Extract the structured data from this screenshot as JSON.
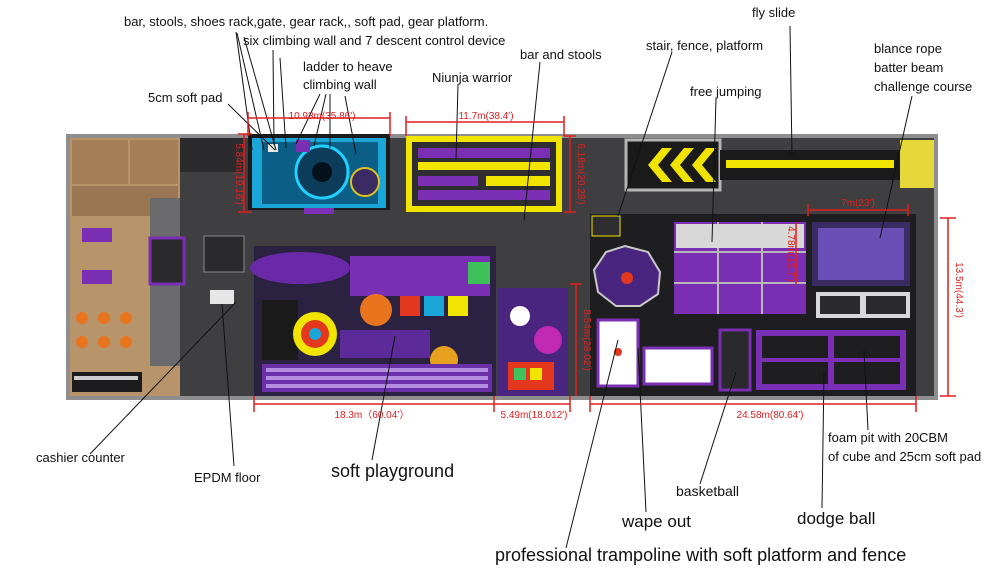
{
  "labels": {
    "bar_stools_gear": "bar, stools, shoes rack,gate, gear rack,, soft pad, gear platform.",
    "six_climbing_wall": "six climbing wall and 7 descent control device",
    "ladder_to_heave": "ladder to heave",
    "climbing_wall": "climbing wall",
    "soft_pad_5cm": "5cm soft pad",
    "ninja_warrior": "Niunja warrior",
    "bar_and_stools": "bar and stools",
    "stair_fence_platform": "stair, fence, platform",
    "fly_slide": "fly slide",
    "free_jumping": "free jumping",
    "blance_rope": "blance rope",
    "batter_beam": "batter beam",
    "challenge_course": "challenge course",
    "cashier_counter": "cashier counter",
    "epdm_floor": "EPDM floor",
    "soft_playground": "soft playground",
    "basketball": "basketball",
    "foam_pit_1": "foam pit with 20CBM",
    "foam_pit_2": "of cube and 25cm soft pad",
    "wape_out": "wape out",
    "dodge_ball": "dodge ball",
    "professional_trampoline": "professional trampoline with soft platform and fence"
  },
  "dimensions": {
    "climbing_width": "10.93m(35.86')",
    "climbing_height": "5.84m(19.16')",
    "ninja_width": "11.7m(38.4')",
    "ninja_height": "6.18m(20.28')",
    "soft_play_width": "18.3m（60.04’）",
    "toddler_width": "5.49m(18.012')",
    "toddler_height": "8.54m(28.02')",
    "trampoline_width": "24.58m(80.64')",
    "free_jump_height": "4.78m(15.7')",
    "challenge_width": "7m(23')",
    "total_height": "13.5m(44.3')"
  },
  "colors": {
    "dimension_line": "#e01e1e",
    "accent_purple": "#7a2fb5",
    "accent_yellow": "#f1e400",
    "floor_dark": "#3a3a3c",
    "climbing_blue": "#1aa6d6"
  }
}
